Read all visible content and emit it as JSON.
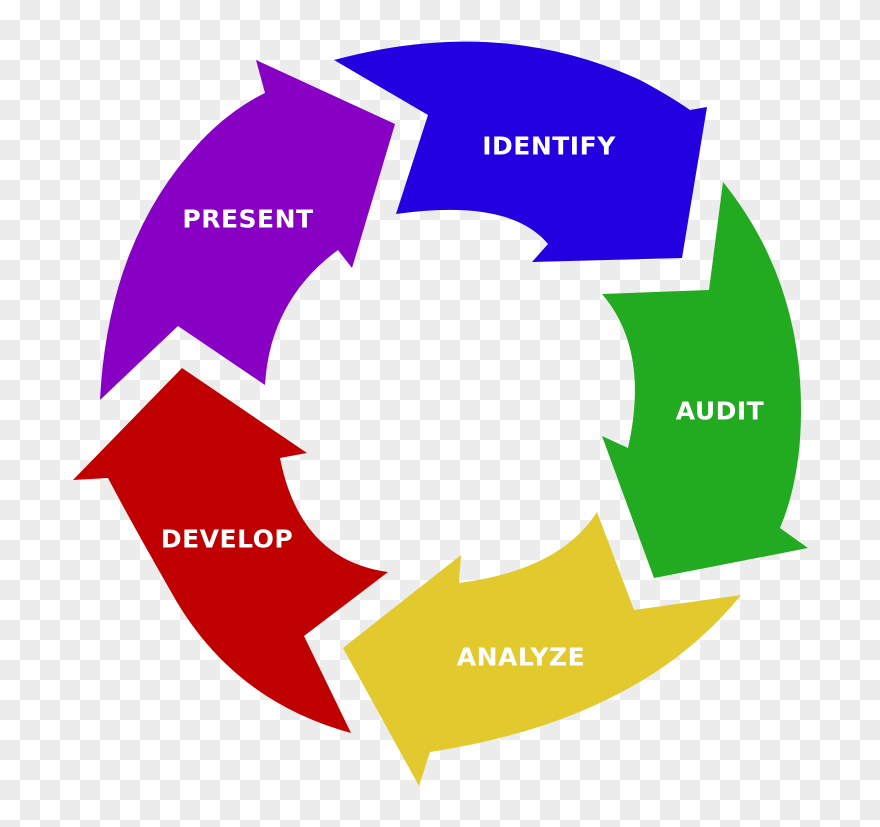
{
  "diagram": {
    "type": "cycle",
    "direction": "clockwise",
    "steps": [
      {
        "label": "IDENTIFY",
        "color": "#2200e0"
      },
      {
        "label": "AUDIT",
        "color": "#22aa20"
      },
      {
        "label": "ANALYZE",
        "color": "#e2ca2e"
      },
      {
        "label": "DEVELOP",
        "color": "#c00000"
      },
      {
        "label": "PRESENT",
        "color": "#8800c4"
      }
    ]
  },
  "background": {
    "checker_light": "#ffffff",
    "checker_dark": "#ececec"
  }
}
